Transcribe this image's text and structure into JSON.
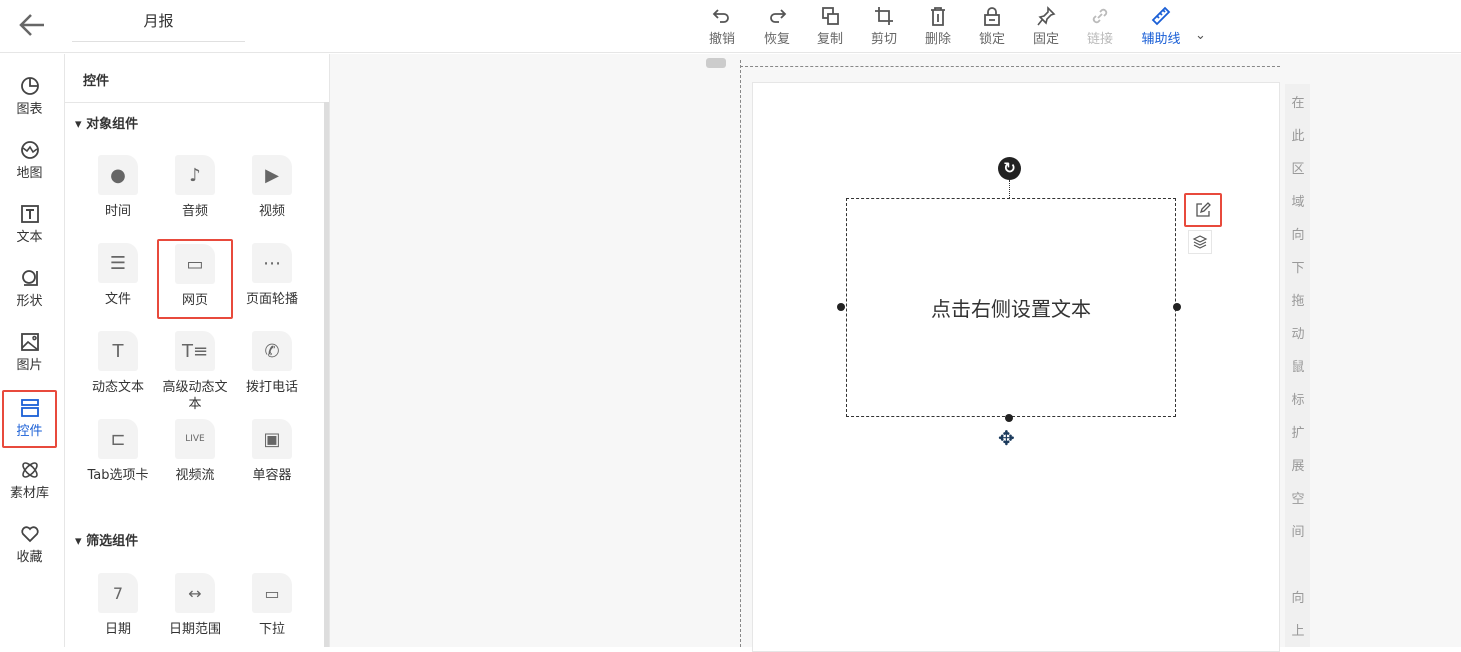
{
  "header": {
    "title": "月报"
  },
  "toolbar": [
    {
      "label": "撤销",
      "icon": "undo-icon"
    },
    {
      "label": "恢复",
      "icon": "redo-icon"
    },
    {
      "label": "复制",
      "icon": "copy-icon"
    },
    {
      "label": "剪切",
      "icon": "crop-icon"
    },
    {
      "label": "删除",
      "icon": "trash-icon"
    },
    {
      "label": "锁定",
      "icon": "lock-icon"
    },
    {
      "label": "固定",
      "icon": "pin-icon"
    },
    {
      "label": "链接",
      "icon": "link-icon",
      "disabled": true
    },
    {
      "label": "辅助线",
      "icon": "ruler-icon"
    }
  ],
  "rail": [
    {
      "label": "图表"
    },
    {
      "label": "地图"
    },
    {
      "label": "文本"
    },
    {
      "label": "形状"
    },
    {
      "label": "图片"
    },
    {
      "label": "控件"
    },
    {
      "label": "素材库"
    },
    {
      "label": "收藏"
    }
  ],
  "panel": {
    "title": "控件",
    "section1": "对象组件",
    "items1": [
      {
        "label": "时间"
      },
      {
        "label": "音频"
      },
      {
        "label": "视频"
      },
      {
        "label": "文件"
      },
      {
        "label": "网页"
      },
      {
        "label": "页面轮播"
      },
      {
        "label": "动态文本"
      },
      {
        "label": "高级动态文本"
      },
      {
        "label": "拨打电话"
      },
      {
        "label": "Tab选项卡"
      },
      {
        "label": "视频流"
      },
      {
        "label": "单容器"
      }
    ],
    "section2": "筛选组件",
    "items2": [
      {
        "label": "日期"
      },
      {
        "label": "日期范围"
      },
      {
        "label": "下拉"
      }
    ]
  },
  "canvas": {
    "text_box": "点击右侧设置文本",
    "side_hint": [
      "在",
      "此",
      "区",
      "域",
      "向",
      "下",
      "拖",
      "动",
      "鼠",
      "标",
      "扩",
      "展",
      "空",
      "间",
      "",
      "向",
      "上"
    ]
  },
  "colors": {
    "accent": "#1a5fd6",
    "highlight": "#e84a3c"
  }
}
